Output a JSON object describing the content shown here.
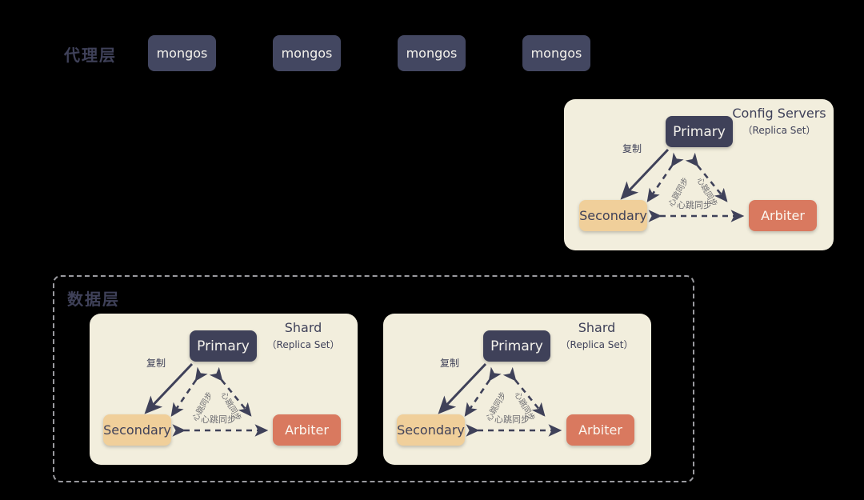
{
  "diagram": {
    "title": "MongoDB Sharded Cluster Architecture",
    "colors": {
      "background": "#000000",
      "card_bg": "#f2eedd",
      "primary": "#3f4159",
      "secondary": "#f0cf9a",
      "arbiter": "#d9795f",
      "mongos": "#434761",
      "dashed_border": "#9a9a9f",
      "label_text": "#6b6b70"
    }
  },
  "proxy_layer": {
    "label": "代理层",
    "nodes": [
      {
        "label": "mongos"
      },
      {
        "label": "mongos"
      },
      {
        "label": "mongos"
      },
      {
        "label": "mongos"
      }
    ]
  },
  "config_servers": {
    "title": "Config Servers",
    "subtitle": "（Replica Set）",
    "nodes": {
      "primary": "Primary",
      "secondary": "Secondary",
      "arbiter": "Arbiter"
    },
    "edges": {
      "replication": "复制",
      "heartbeat_primary_secondary": "心跳同步",
      "heartbeat_primary_arbiter": "心跳同步",
      "heartbeat_secondary_arbiter": "心跳同步"
    }
  },
  "data_layer": {
    "label": "数据层",
    "shards": [
      {
        "title": "Shard",
        "subtitle": "（Replica Set）",
        "nodes": {
          "primary": "Primary",
          "secondary": "Secondary",
          "arbiter": "Arbiter"
        },
        "edges": {
          "replication": "复制",
          "heartbeat_primary_secondary": "心跳同步",
          "heartbeat_primary_arbiter": "心跳同步",
          "heartbeat_secondary_arbiter": "心跳同步"
        }
      },
      {
        "title": "Shard",
        "subtitle": "（Replica Set）",
        "nodes": {
          "primary": "Primary",
          "secondary": "Secondary",
          "arbiter": "Arbiter"
        },
        "edges": {
          "replication": "复制",
          "heartbeat_primary_secondary": "心跳同步",
          "heartbeat_primary_arbiter": "心跳同步",
          "heartbeat_secondary_arbiter": "心跳同步"
        }
      }
    ]
  }
}
